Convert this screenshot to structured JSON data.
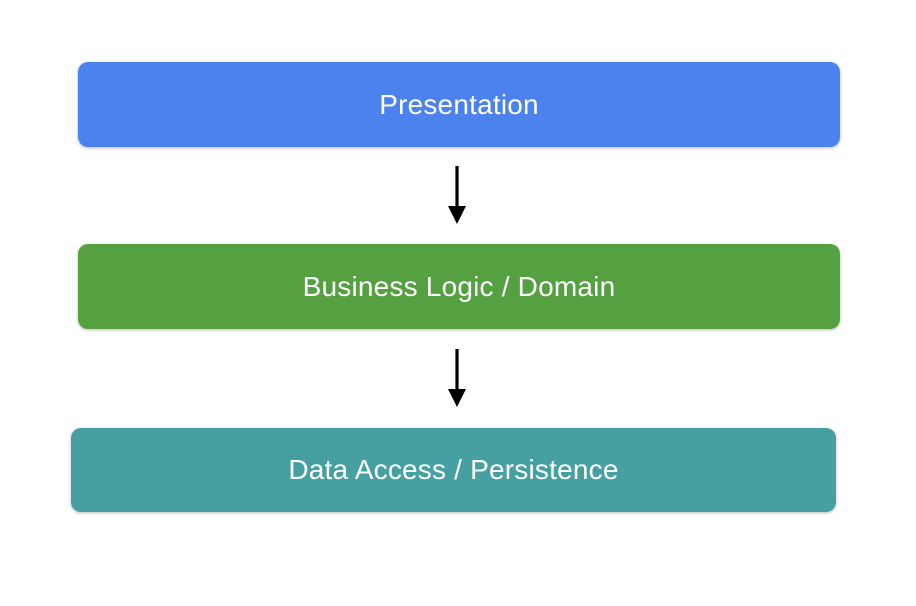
{
  "diagram": {
    "layers": [
      {
        "label": "Presentation",
        "color": "#4B82EE"
      },
      {
        "label": "Business Logic / Domain",
        "color": "#55A041"
      },
      {
        "label": "Data Access / Persistence",
        "color": "#46A0A2"
      }
    ],
    "arrow_color": "#000000",
    "text_color": "#FFFFFF",
    "background_color": "#FFFFFF"
  }
}
